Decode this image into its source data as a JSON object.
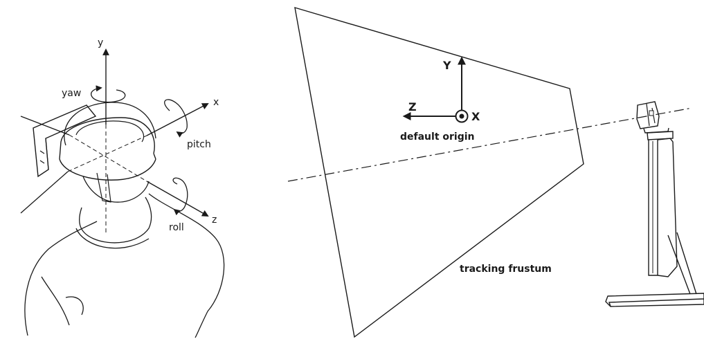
{
  "head_figure": {
    "axes": {
      "y": "y",
      "x": "x",
      "z": "z"
    },
    "rotations": {
      "yaw": "yaw",
      "pitch": "pitch",
      "roll": "roll"
    }
  },
  "camera_figure": {
    "axes": {
      "y": "Y",
      "z": "Z",
      "x": "X"
    },
    "origin_label": "default origin",
    "frustum_label": "tracking frustum"
  },
  "colors": {
    "ink": "#1a1a1a",
    "background": "#ffffff"
  }
}
